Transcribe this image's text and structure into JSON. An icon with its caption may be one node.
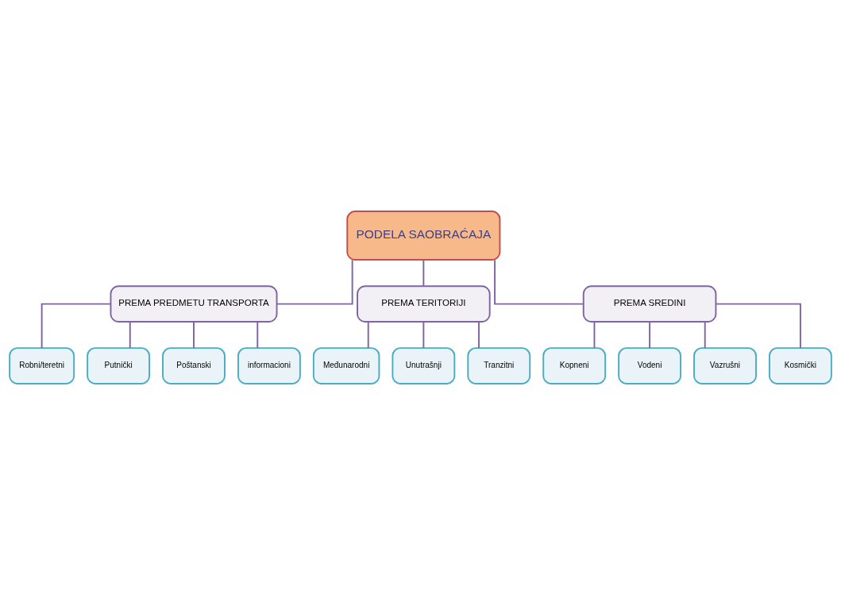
{
  "diagram": {
    "nodes": [
      {
        "text": [
          "PODELA SAOBRAĆAJA"
        ]
      },
      {
        "text": [
          "PREMA PREDMETU TRANSPORTA"
        ]
      },
      {
        "text": [
          "PREMA TERITORIJI"
        ]
      },
      {
        "text": [
          "PREMA SREDINI"
        ]
      },
      {
        "text": [
          "Robni/teretni"
        ]
      },
      {
        "text": [
          "Putnički"
        ]
      },
      {
        "text": [
          "Poštanski"
        ]
      },
      {
        "text": [
          "informacioni"
        ]
      },
      {
        "text": [
          "Međunarodni"
        ]
      },
      {
        "text": [
          "Unutrašnji"
        ]
      },
      {
        "text": [
          "Tranzitni"
        ]
      },
      {
        "text": [
          "Kopneni"
        ]
      },
      {
        "text": [
          "Vodeni"
        ]
      },
      {
        "text": [
          "Vazrušni"
        ]
      },
      {
        "text": [
          "Kosmički"
        ]
      }
    ],
    "edges": [
      {
        "from": 0,
        "to": 1,
        "arrow": "none"
      },
      {
        "from": 0,
        "to": 2,
        "arrow": "none"
      },
      {
        "from": 0,
        "to": 3,
        "arrow": "none"
      },
      {
        "from": 1,
        "to": 4,
        "arrow": "none"
      },
      {
        "from": 1,
        "to": 5,
        "arrow": "none"
      },
      {
        "from": 1,
        "to": 6,
        "arrow": "none"
      },
      {
        "from": 1,
        "to": 7,
        "arrow": "none"
      },
      {
        "from": 2,
        "to": 8,
        "arrow": "none"
      },
      {
        "from": 2,
        "to": 9,
        "arrow": "none"
      },
      {
        "from": 2,
        "to": 10,
        "arrow": "none"
      },
      {
        "from": 3,
        "to": 11,
        "arrow": "none"
      },
      {
        "from": 3,
        "to": 12,
        "arrow": "none"
      },
      {
        "from": 3,
        "to": 13,
        "arrow": "none"
      },
      {
        "from": 3,
        "to": 14,
        "arrow": "none"
      }
    ]
  }
}
